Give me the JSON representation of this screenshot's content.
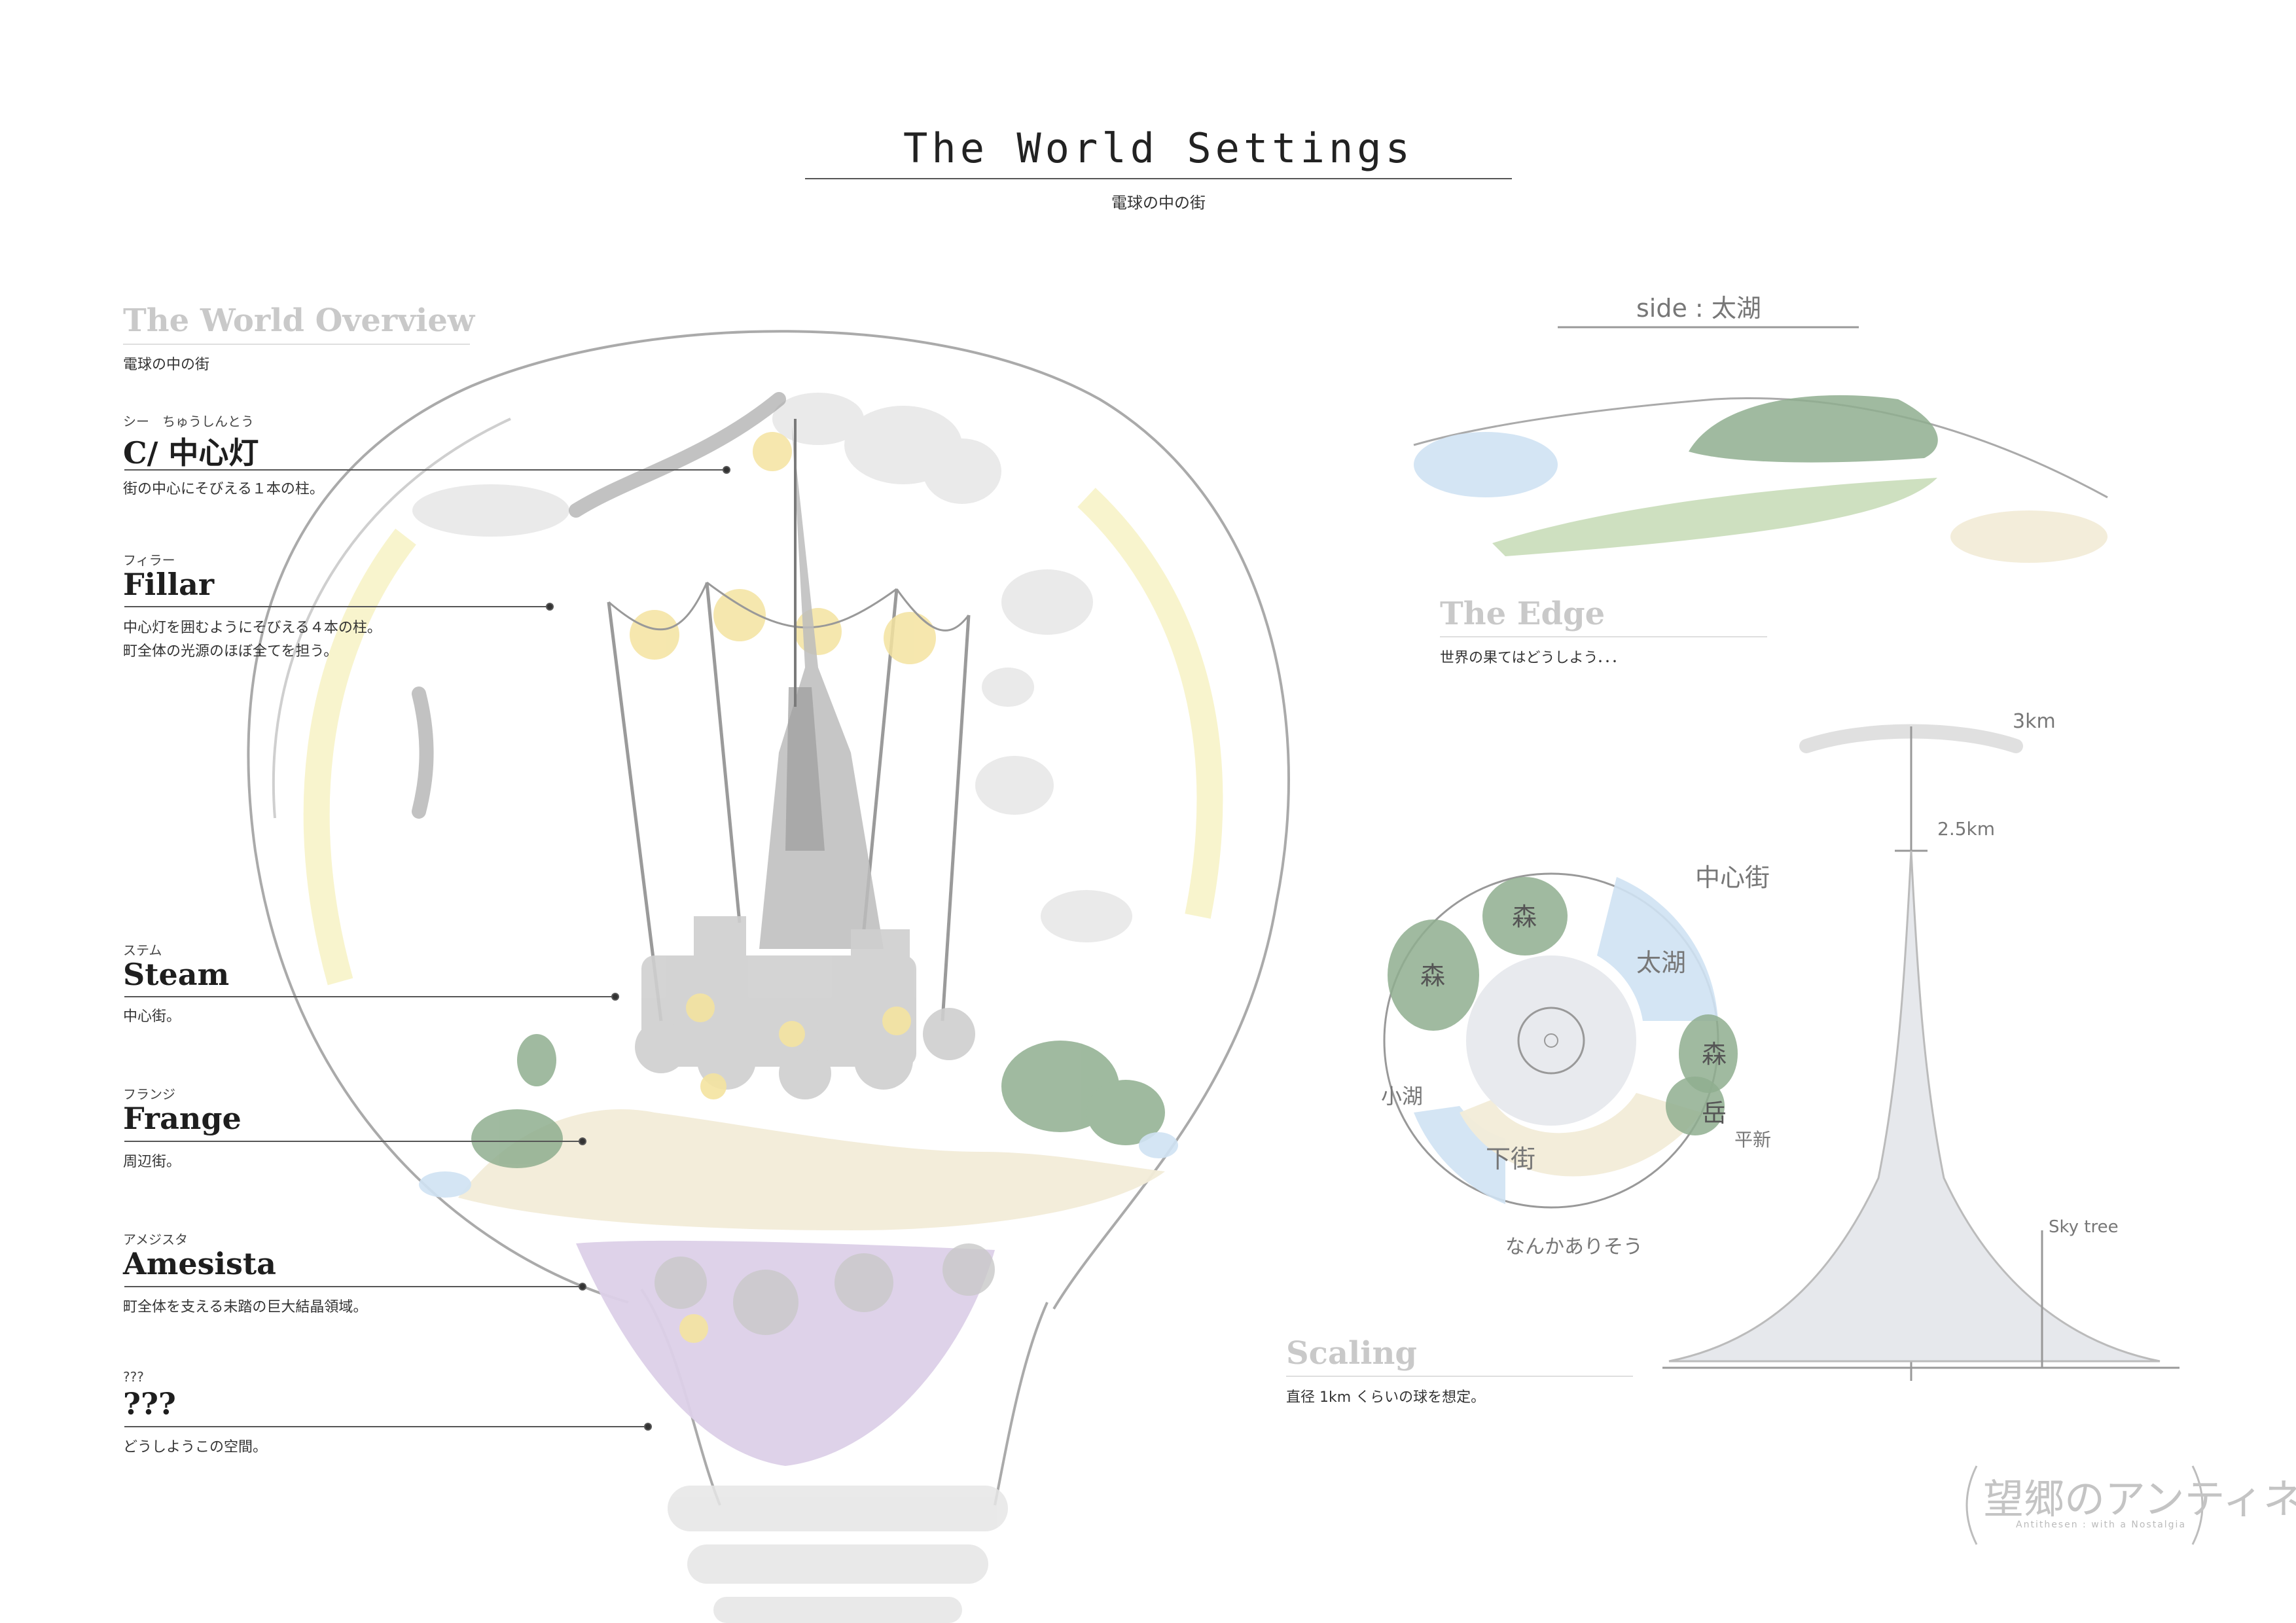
{
  "header": {
    "title": "The World Settings",
    "subtitle": "電球の中の街"
  },
  "overview": {
    "heading": "The World Overview",
    "description": "電球の中の街"
  },
  "callouts": [
    {
      "ruby": "シー　ちゅうしんとう",
      "label": "C/ 中心灯",
      "desc": "街の中心にそびえる１本の柱。"
    },
    {
      "ruby": "フィラー",
      "label": "Fillar",
      "desc": "中心灯を囲むようにそびえる４本の柱。\n町全体の光源のほぼ全てを担う。"
    },
    {
      "ruby": "ステム",
      "label": "Steam",
      "desc": "中心街。"
    },
    {
      "ruby": "フランジ",
      "label": "Frange",
      "desc": "周辺街。"
    },
    {
      "ruby": "アメジスタ",
      "label": "Amesista",
      "desc": "町全体を支える未踏の巨大結晶領域。"
    },
    {
      "ruby": "???",
      "label": "???",
      "desc": "どうしようこの空間。"
    }
  ],
  "edge": {
    "heading": "The Edge",
    "description": "世界の果てはどうしよう．．．",
    "side_note": "side : 太湖"
  },
  "scaling": {
    "heading": "Scaling",
    "description": "直径 1km くらいの球を想定。",
    "marks": [
      "3km",
      "2.5km",
      "Sky tree"
    ]
  },
  "map_labels": [
    "中心街",
    "太湖",
    "森",
    "森",
    "森",
    "岳",
    "平新",
    "小湖",
    "下街",
    "なんかありそう"
  ],
  "logo": {
    "text": "望郷のアンティネン",
    "tagline": "Antithesen : with a Nostalgia"
  },
  "colors": {
    "forest": "#8fae8f",
    "lake": "#cfe2f3",
    "light": "#f4e3a0",
    "crystal": "#dcd0e8",
    "sand": "#f2ecd8",
    "gray": "#c8c8c8"
  }
}
